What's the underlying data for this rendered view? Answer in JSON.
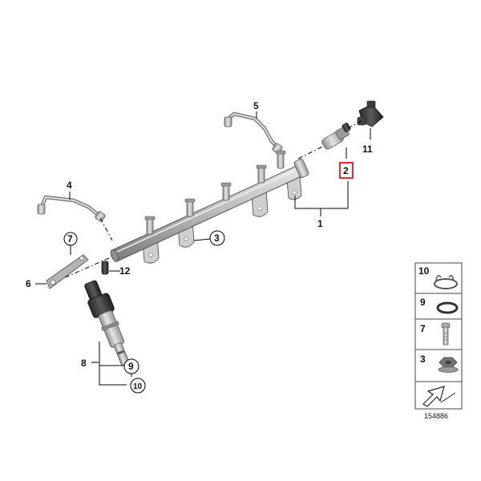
{
  "callouts": {
    "c1": "1",
    "c2": "2",
    "c3": "3",
    "c4": "4",
    "c5": "5",
    "c6": "6",
    "c7": "7",
    "c8": "8",
    "c9": "9",
    "c10": "10",
    "c11": "11",
    "c12": "12"
  },
  "highlight_color": "#e0141e",
  "legend": {
    "items": [
      {
        "number": "10"
      },
      {
        "number": "9"
      },
      {
        "number": "7"
      },
      {
        "number": "3"
      }
    ]
  },
  "reference_number": "154886"
}
